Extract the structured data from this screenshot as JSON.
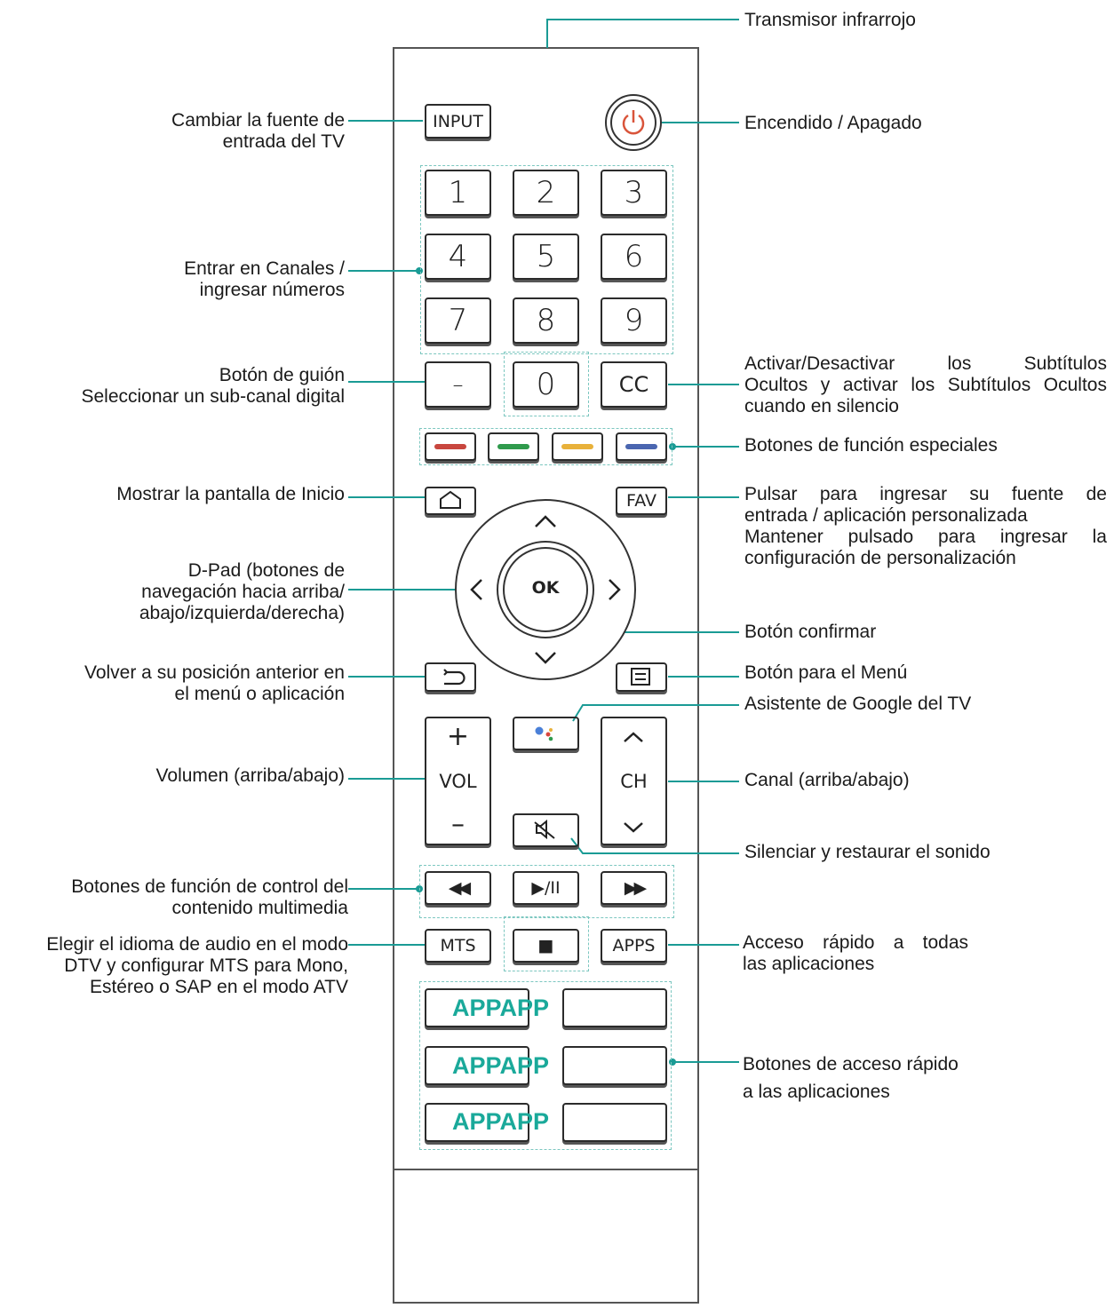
{
  "labels": {
    "ir": "Transmisor infrarrojo",
    "input": "Cambiar la fuente de\nentrada del TV",
    "power": "Encendido / Apagado",
    "numbers": "Entrar en Canales /\ningresar números",
    "dash": "Botón de guión\nSeleccionar un sub-canal digital",
    "cc_1": "Activar/Desactivar los Subtítulos",
    "cc_2": "Ocultos y activar los Subtítulos Ocultos",
    "cc_3": "cuando en silencio",
    "color_keys": "Botones de función especiales",
    "home": "Mostrar la pantalla de Inicio",
    "fav_1": "Pulsar para ingresar su fuente de",
    "fav_2": "entrada / aplicación personalizada",
    "fav_3": "Mantener pulsado para ingresar la",
    "fav_4": "configuración de personalización",
    "dpad": "D-Pad (botones de\nnavegación hacia arriba/\nabajo/izquierda/derecha)",
    "ok": "Botón confirmar",
    "back": "Volver a su posición anterior en\nel menú o aplicación",
    "menu": "Botón para el Menú",
    "assistant": "Asistente de Google del TV",
    "volume": "Volumen (arriba/abajo)",
    "channel": "Canal (arriba/abajo)",
    "mute": "Silenciar y restaurar el sonido",
    "media": "Botones de función de control del\ncontenido multimedia",
    "mts": "Elegir el idioma de audio en el modo\nDTV y configurar MTS para Mono,\nEstéreo o SAP en el modo ATV",
    "apps_1": "Acceso rápido a todas",
    "apps_2": "las aplicaciones",
    "app_keys_1": "Botones de acceso rápido",
    "app_keys_2": "a las aplicaciones"
  },
  "buttons": {
    "input": "INPUT",
    "n1": "1",
    "n2": "2",
    "n3": "3",
    "n4": "4",
    "n5": "5",
    "n6": "6",
    "n7": "7",
    "n8": "8",
    "n9": "9",
    "dash": "–",
    "n0": "0",
    "cc": "CC",
    "fav": "FAV",
    "ok": "OK",
    "vol_plus": "+",
    "vol": "VOL",
    "vol_minus": "–",
    "ch": "CH",
    "rew": "◀◀",
    "playpause": "▶/II",
    "ff": "▶▶",
    "mts": "MTS",
    "stop": "■",
    "apps": "APPS",
    "app1": "APPAPP",
    "app2": "APPAPP",
    "app3": "APPAPP"
  },
  "colors": {
    "red": "#c8463e",
    "green": "#2f9a4c",
    "yellow": "#e8b13a",
    "blue": "#4a66b0",
    "leader": "#1a9b95",
    "power": "#d9543a"
  }
}
